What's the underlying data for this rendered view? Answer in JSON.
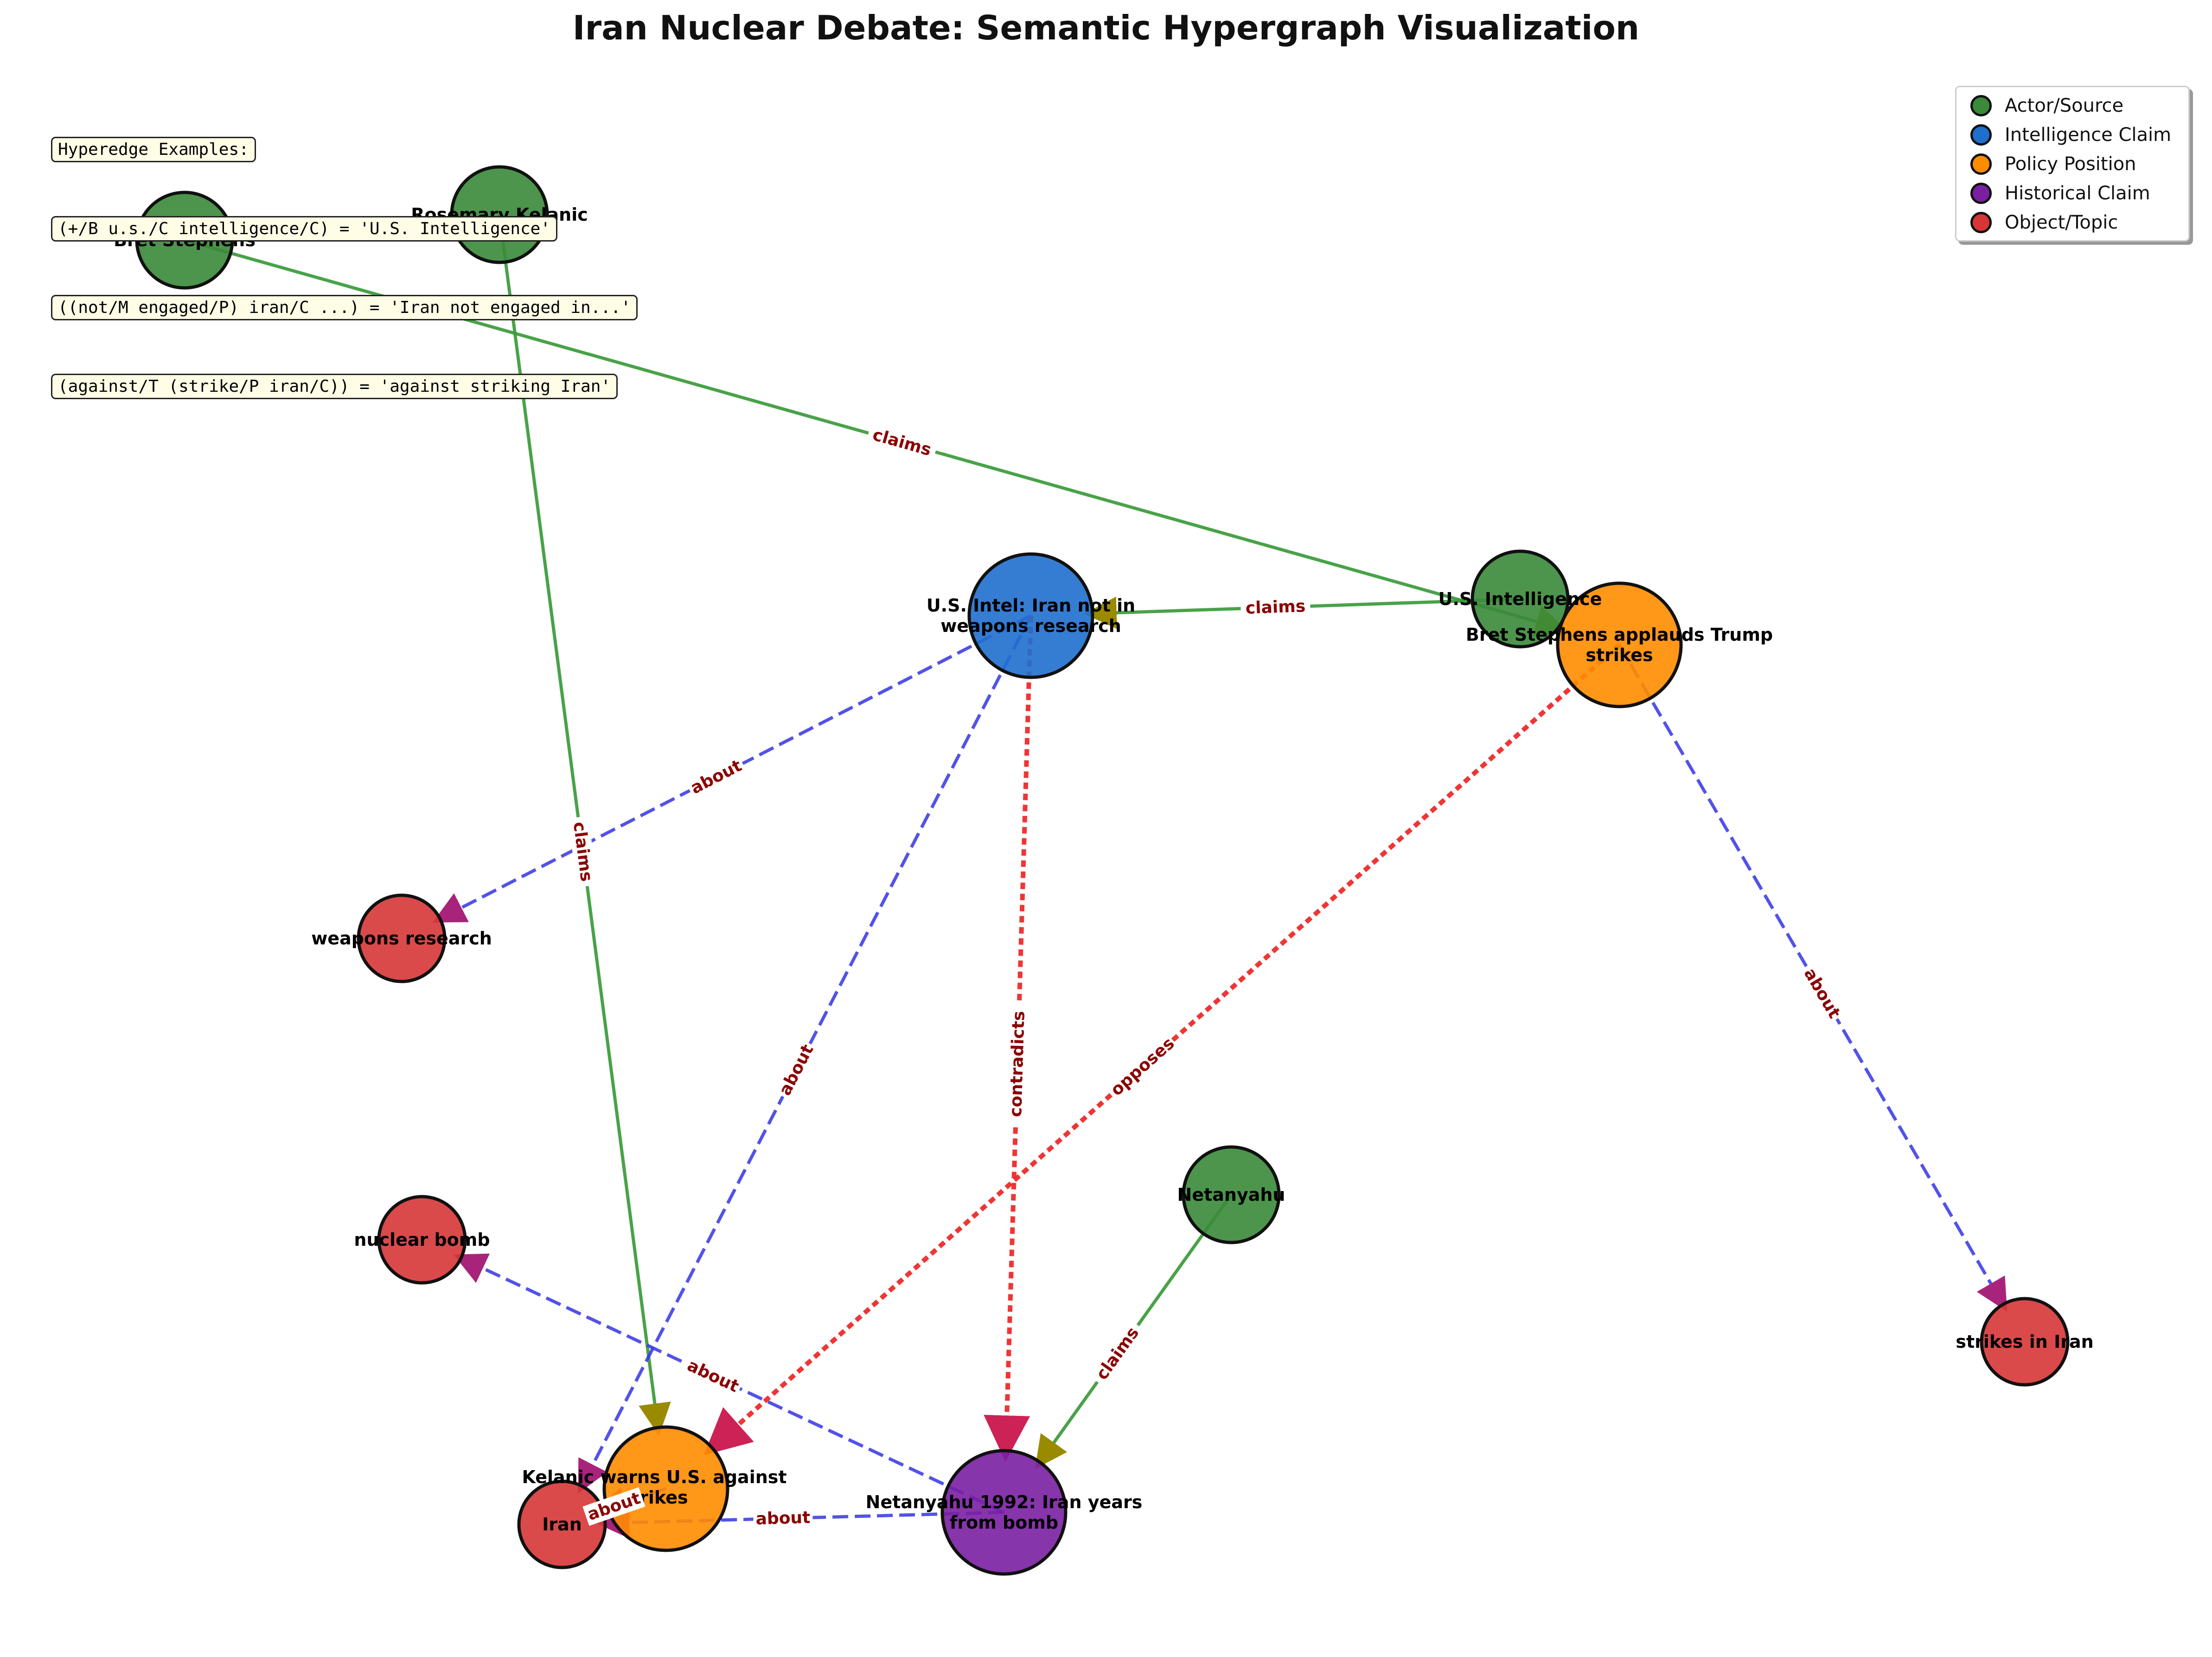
{
  "title": "Iran Nuclear Debate: Semantic Hypergraph Visualization",
  "legend": [
    {
      "label": "Actor/Source",
      "color": "#3a8a3a"
    },
    {
      "label": "Intelligence Claim",
      "color": "#1f6fce"
    },
    {
      "label": "Policy Position",
      "color": "#ff8c00"
    },
    {
      "label": "Historical Claim",
      "color": "#7a1fa2"
    },
    {
      "label": "Object/Topic",
      "color": "#d63636"
    }
  ],
  "hyperedge_examples": {
    "heading": "Hyperedge Examples:",
    "items": [
      "(+/B u.s./C intelligence/C) = 'U.S. Intelligence'",
      "((not/M engaged/P) iran/C ...) = 'Iran not engaged in...'",
      "(against/T (strike/P iran/C)) = 'against striking Iran'"
    ]
  },
  "nodes": [
    {
      "id": "bret",
      "label": "Bret Stephens",
      "type": "Actor/Source"
    },
    {
      "id": "kelanic",
      "label": "Rosemary Kelanic",
      "type": "Actor/Source"
    },
    {
      "id": "usintel",
      "label": "U.S. Intelligence",
      "type": "Actor/Source"
    },
    {
      "id": "netanyahu",
      "label": "Netanyahu",
      "type": "Actor/Source"
    },
    {
      "id": "intelclaim",
      "label": "U.S. Intel: Iran not in\nweapons research",
      "type": "Intelligence Claim"
    },
    {
      "id": "bretpos",
      "label": "Bret Stephens applauds Trump\nstrikes",
      "type": "Policy Position"
    },
    {
      "id": "kelpos",
      "label": "Kelanic warns U.S. against\nstrikes",
      "type": "Policy Position"
    },
    {
      "id": "net1992",
      "label": "Netanyahu 1992: Iran years\nfrom bomb",
      "type": "Historical Claim"
    },
    {
      "id": "weapons",
      "label": "weapons research",
      "type": "Object/Topic"
    },
    {
      "id": "nuclear",
      "label": "nuclear bomb",
      "type": "Object/Topic"
    },
    {
      "id": "iran",
      "label": "Iran",
      "type": "Object/Topic"
    },
    {
      "id": "strikes",
      "label": "strikes in Iran",
      "type": "Object/Topic"
    }
  ],
  "edges": [
    {
      "from": "bret",
      "to": "bretpos",
      "label": "claims",
      "kind": "claims"
    },
    {
      "from": "kelanic",
      "to": "kelpos",
      "label": "claims",
      "kind": "claims"
    },
    {
      "from": "usintel",
      "to": "intelclaim",
      "label": "claims",
      "kind": "claims"
    },
    {
      "from": "netanyahu",
      "to": "net1992",
      "label": "claims",
      "kind": "claims"
    },
    {
      "from": "intelclaim",
      "to": "weapons",
      "label": "about",
      "kind": "about"
    },
    {
      "from": "intelclaim",
      "to": "iran",
      "label": "about",
      "kind": "about"
    },
    {
      "from": "bretpos",
      "to": "strikes",
      "label": "about",
      "kind": "about"
    },
    {
      "from": "net1992",
      "to": "nuclear",
      "label": "about",
      "kind": "about"
    },
    {
      "from": "net1992",
      "to": "iran",
      "label": "about",
      "kind": "about"
    },
    {
      "from": "kelpos",
      "to": "iran",
      "label": "about",
      "kind": "about"
    },
    {
      "from": "intelclaim",
      "to": "net1992",
      "label": "contradicts",
      "kind": "contradicts"
    },
    {
      "from": "bretpos",
      "to": "kelpos",
      "label": "opposes",
      "kind": "opposes"
    }
  ],
  "colors": {
    "claims_edge": "#3a9a3a",
    "about_edge": "#3a3ae6",
    "conflict_edge": "#ee2a2a",
    "edge_label_text": "#8b0000"
  }
}
